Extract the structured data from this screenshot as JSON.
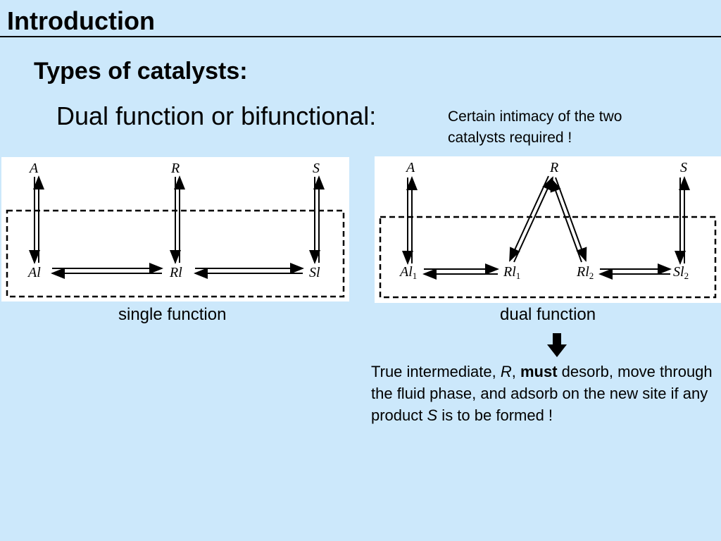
{
  "slide": {
    "title": "Introduction",
    "heading": "Types of catalysts:",
    "subheading": "Dual function or bifunctional:",
    "note": "Certain intimacy of the two catalysts required !"
  },
  "diagram_single": {
    "caption": "single function",
    "top_labels": [
      "A",
      "R",
      "S"
    ],
    "bottom_labels": [
      "Al",
      "Rl",
      "Sl"
    ]
  },
  "diagram_dual": {
    "caption": "dual function",
    "top_labels": [
      "A",
      "R",
      "S"
    ],
    "bottom_labels": [
      {
        "base": "Al",
        "sub": "1"
      },
      {
        "base": "Rl",
        "sub": "1"
      },
      {
        "base": "Rl",
        "sub": "2"
      },
      {
        "base": "Sl",
        "sub": "2"
      }
    ]
  },
  "conclusion": {
    "part1": "True intermediate, ",
    "italic_r": "R",
    "part2": ", ",
    "bold_must": "must",
    "part3": " desorb, move through the fluid phase, and adsorb on the new site if any product ",
    "italic_s": "S",
    "part4": " is to be formed !"
  },
  "icons": {
    "arrow": "down-arrow-icon"
  }
}
